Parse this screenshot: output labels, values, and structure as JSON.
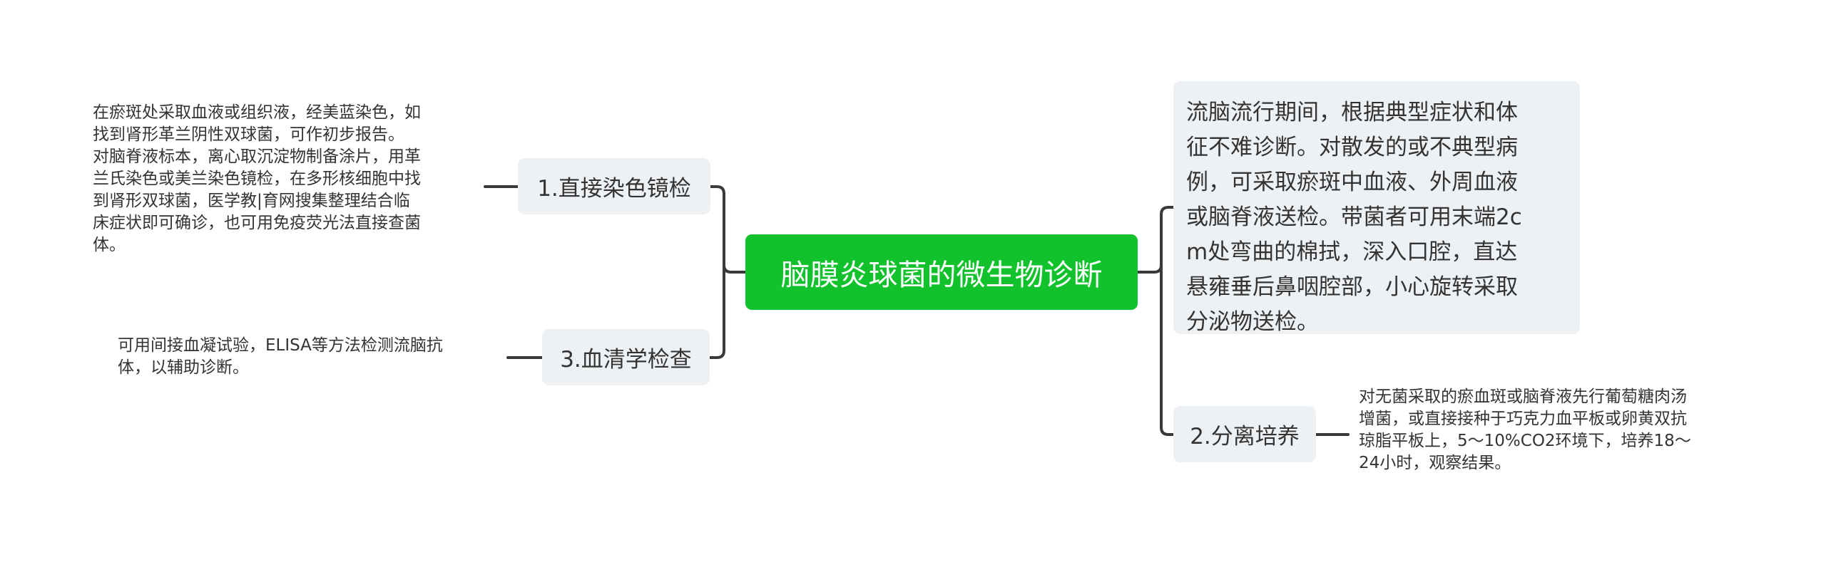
{
  "center": {
    "label": "脑膜炎球菌的微生物诊断"
  },
  "branches": {
    "direct_stain": {
      "label": "1.直接染色镜检",
      "leaf": [
        "在瘀斑处采取血液或组织液，经美蓝染色，如",
        "找到肾形革兰阴性双球菌，可作初步报告。",
        "对脑脊液标本，离心取沉淀物制备涂片，用革",
        "兰氏染色或美兰染色镜检，在多形核细胞中找",
        "到肾形双球菌，医学教|育网搜集整理结合临",
        "床症状即可确诊，也可用免疫荧光法直接查菌",
        "体。"
      ]
    },
    "serology": {
      "label": "3.血清学检查",
      "leaf": [
        "可用间接血凝试验，ELISA等方法检测流脑抗",
        "体，以辅助诊断。"
      ]
    },
    "epidemic": {
      "lines": [
        "流脑流行期间，根据典型症状和体",
        "征不难诊断。对散发的或不典型病",
        "例，可采取瘀斑中血液、外周血液",
        "或脑脊液送检。带菌者可用末端2c",
        "m处弯曲的棉拭，深入口腔，直达",
        "悬雍垂后鼻咽腔部，小心旋转采取",
        "分泌物送检。"
      ]
    },
    "culture": {
      "label": "2.分离培养",
      "leaf": [
        "对无菌采取的瘀血斑或脑脊液先行葡萄糖肉汤",
        "增菌，或直接接种于巧克力血平板或卵黄双抗",
        "琼脂平板上，5～10%CO2环境下，培养18～",
        "24小时，观察结果。"
      ]
    }
  },
  "colors": {
    "center_fill": "#12c22c",
    "branch_fill": "#eef1f4",
    "connector": "#3a3a3a",
    "text": "#333333"
  }
}
